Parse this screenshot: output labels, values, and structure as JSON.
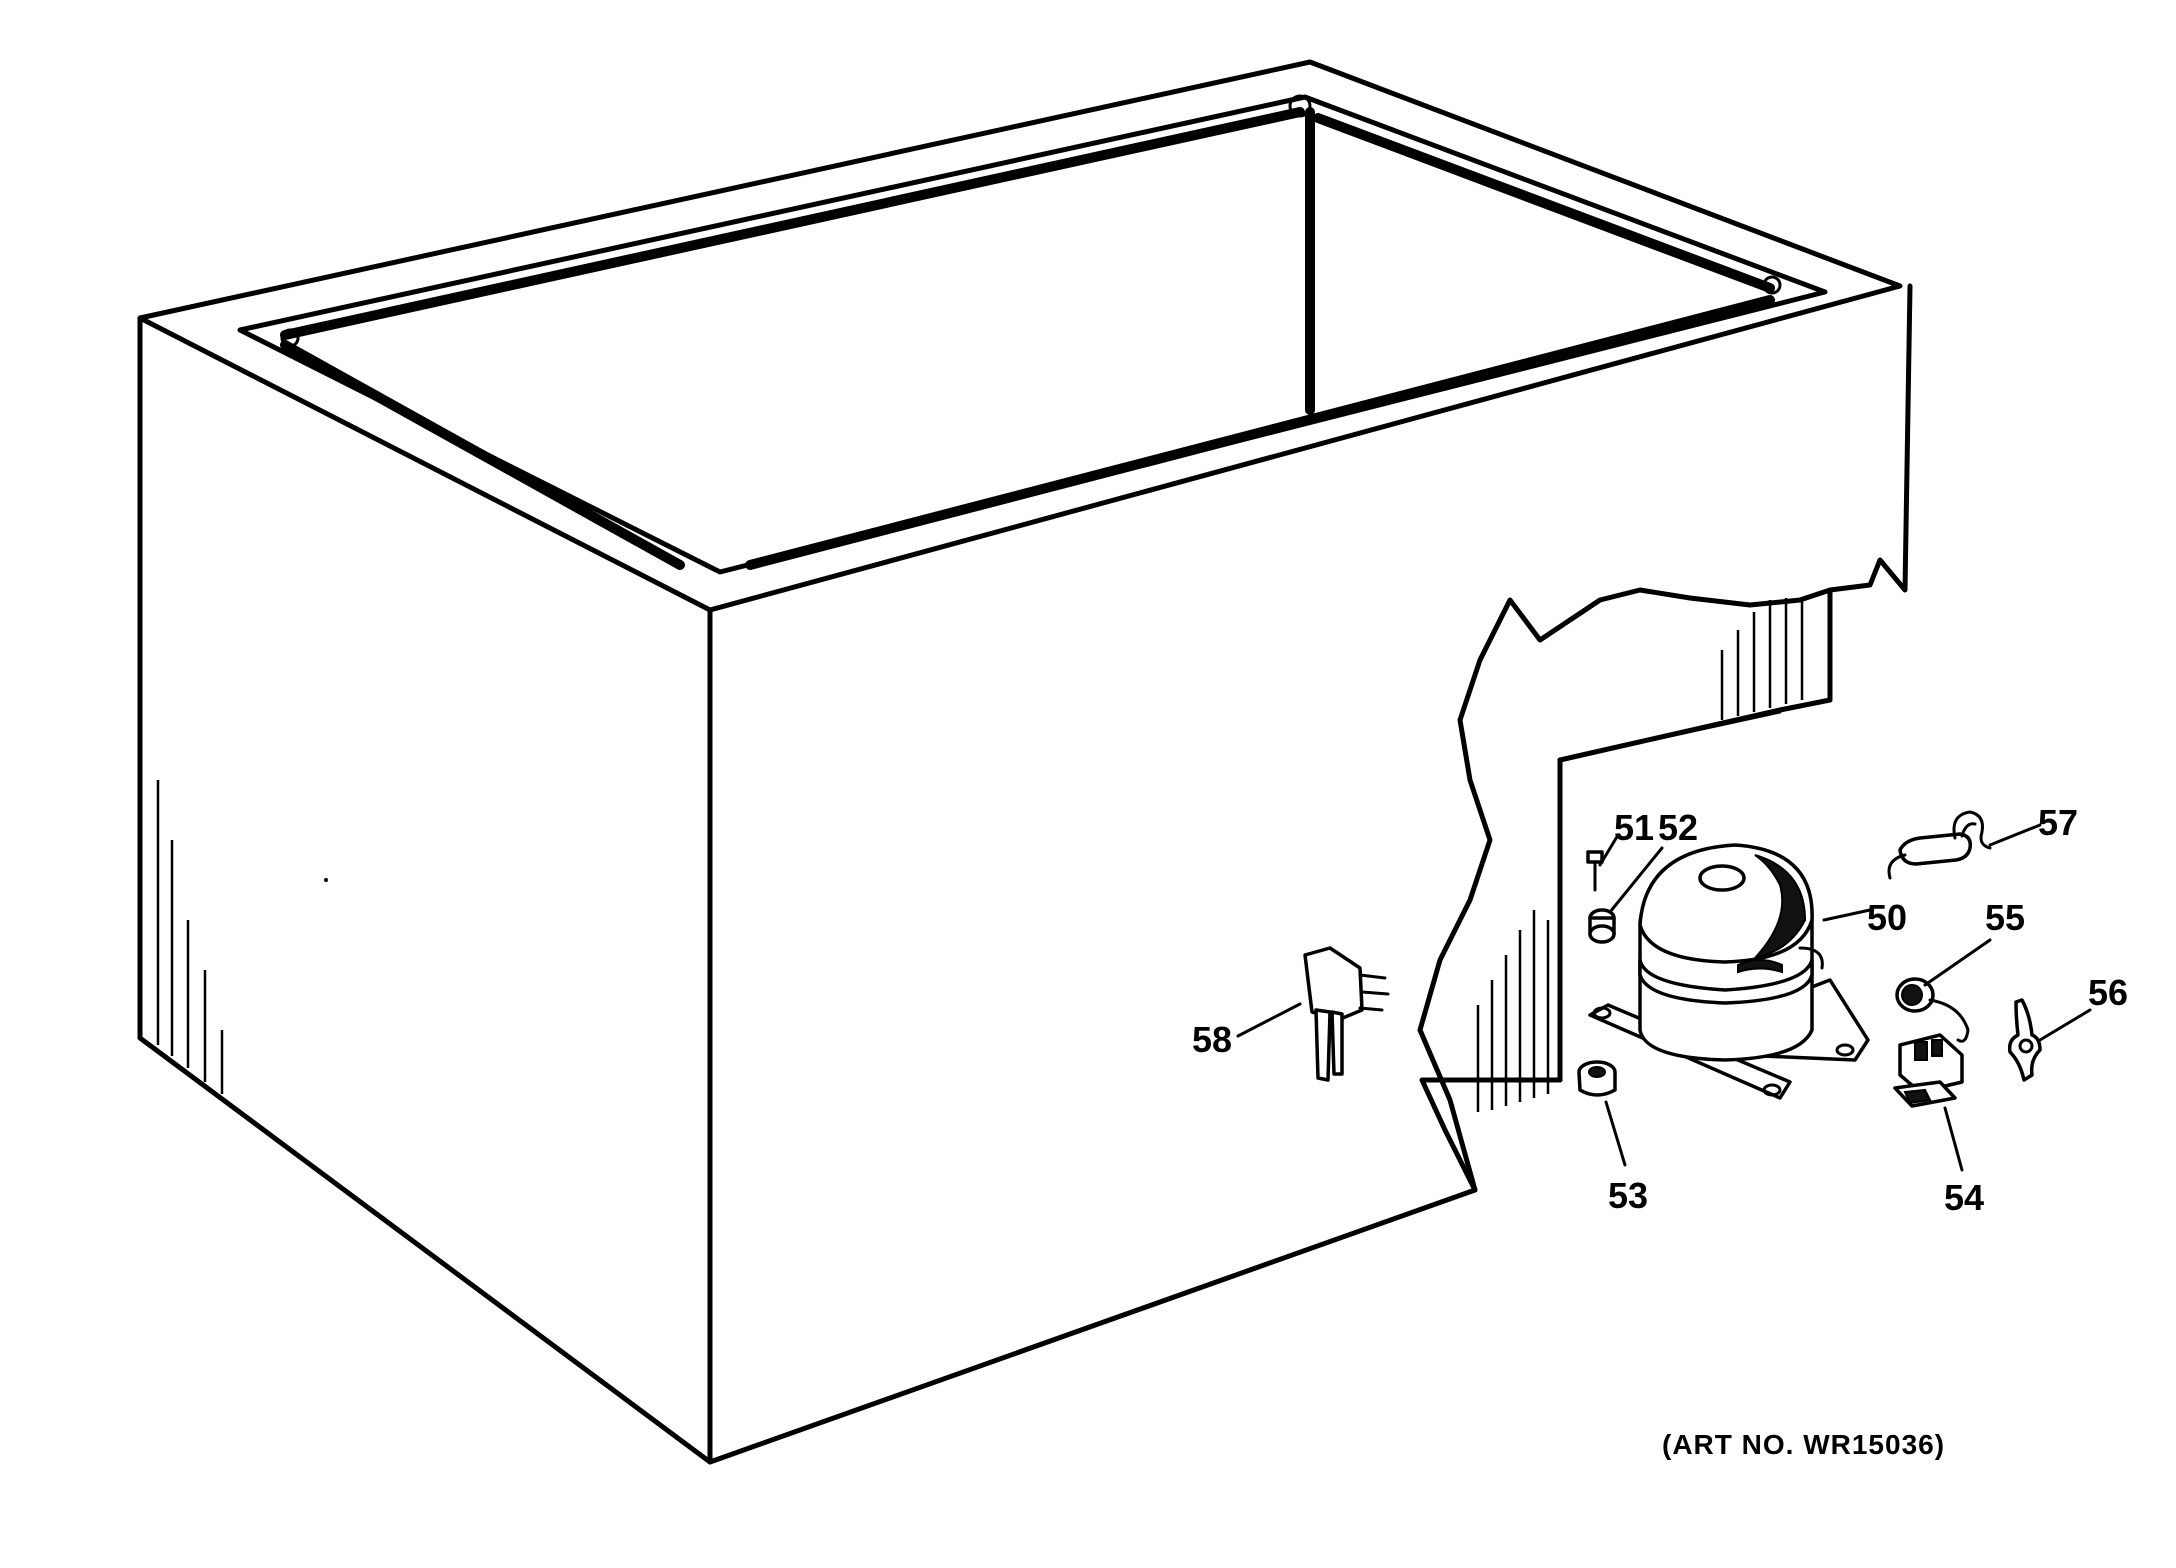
{
  "callouts": [
    {
      "id": "50",
      "label": "50"
    },
    {
      "id": "51",
      "label": "51"
    },
    {
      "id": "52",
      "label": "52"
    },
    {
      "id": "53",
      "label": "53"
    },
    {
      "id": "54",
      "label": "54"
    },
    {
      "id": "55",
      "label": "55"
    },
    {
      "id": "56",
      "label": "56"
    },
    {
      "id": "57",
      "label": "57"
    },
    {
      "id": "58",
      "label": "58"
    }
  ],
  "art_number": "(ART NO. WR15036)"
}
